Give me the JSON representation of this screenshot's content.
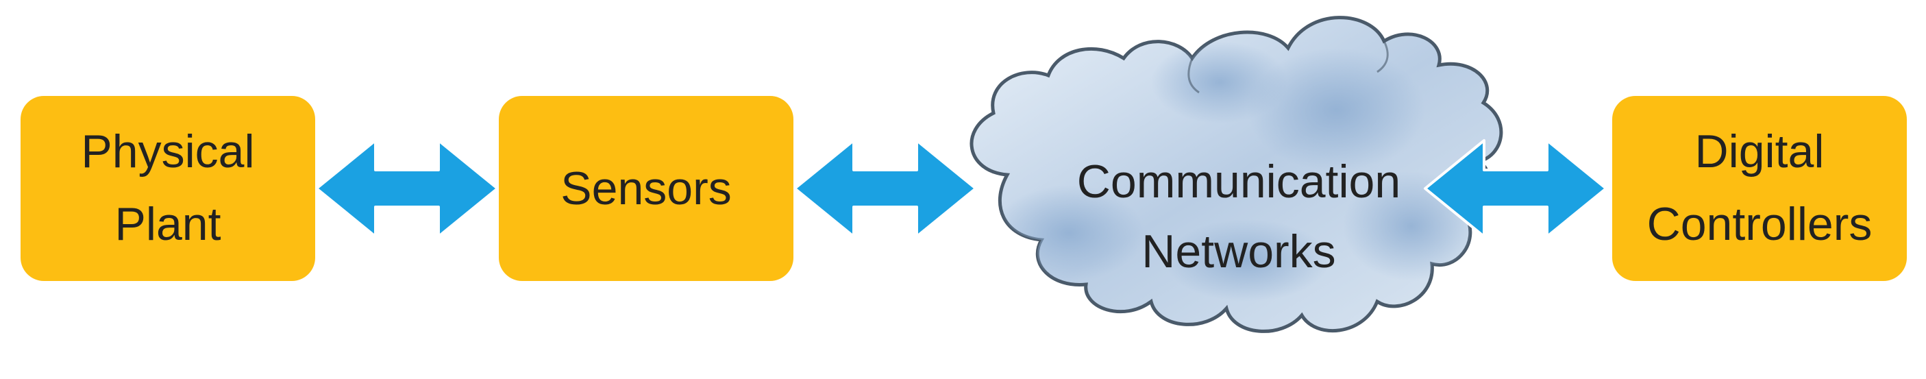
{
  "colors": {
    "box_fill": "#FDBE12",
    "arrow_fill": "#1BA1E2",
    "arrow_stroke": "#FFFFFF",
    "cloud_fill_light": "#E4EDF6",
    "cloud_fill_dark": "#95B3D5",
    "cloud_stroke": "#4A5A6A",
    "text": "#222222"
  },
  "nodes": [
    {
      "id": "physical-plant",
      "line1": "Physical",
      "line2": "Plant"
    },
    {
      "id": "sensors",
      "line1": "Sensors"
    },
    {
      "id": "communication-networks",
      "line1": "Communication",
      "line2": "Networks"
    },
    {
      "id": "digital-controllers",
      "line1": "Digital",
      "line2": "Controllers"
    }
  ],
  "connections": [
    {
      "from": "physical-plant",
      "to": "sensors",
      "direction": "bidirectional"
    },
    {
      "from": "sensors",
      "to": "communication-networks",
      "direction": "bidirectional"
    },
    {
      "from": "communication-networks",
      "to": "digital-controllers",
      "direction": "bidirectional"
    }
  ]
}
